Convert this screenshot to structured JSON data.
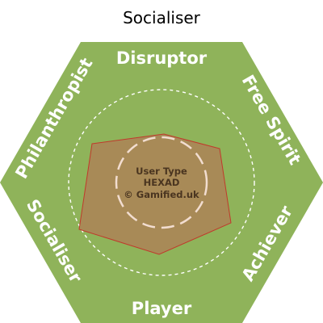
{
  "title": "Socialiser",
  "colors": {
    "hexagon_fill": "#8fb35a",
    "profile_fill": "#a88a57",
    "profile_stroke": "#c0392b",
    "dashed_circle": "#ffffff",
    "label_text": "#ffffff",
    "center_text": "#4a3520"
  },
  "user_types": {
    "disruptor": "Disruptor",
    "free_spirit": "Free Spirit",
    "achiever": "Achiever",
    "player": "Player",
    "socialiser": "Socialiser",
    "philanthropist": "Philanthropist"
  },
  "center": {
    "line1": "User Type",
    "line2": "HEXAD",
    "line3": "© Gamified.uk"
  }
}
